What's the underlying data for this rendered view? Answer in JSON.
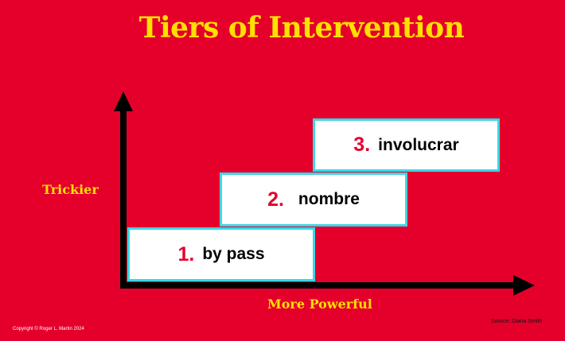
{
  "title": "Tiers of Intervention",
  "axes": {
    "y_label": "Trickier",
    "x_label": "More Powerful"
  },
  "steps": [
    {
      "number": "1.",
      "label": "by pass"
    },
    {
      "number": "2.",
      "label": "nombre"
    },
    {
      "number": "3.",
      "label": "involucrar"
    }
  ],
  "footer": {
    "copyright": "Copyright © Roger L. Martin 2024",
    "source": "Source: Diana Smith"
  },
  "colors": {
    "background": "#E4002B",
    "title": "#FFE000",
    "step_border": "#3DD6E6",
    "step_number": "#E4002B"
  }
}
